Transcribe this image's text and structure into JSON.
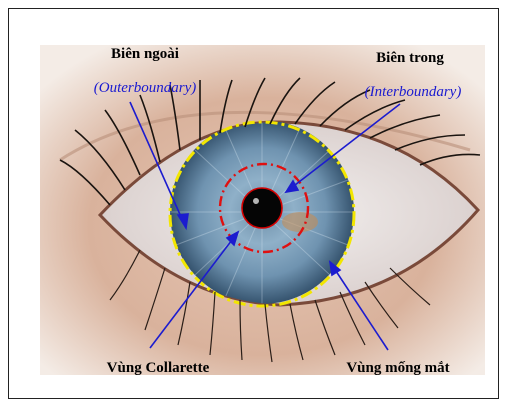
{
  "labels": {
    "outer_title": "Biên ngoài",
    "outer_sub": "(Outerboundary)",
    "inner_title": "Biên trong",
    "inner_sub": "(Interboundary)",
    "collarette": "Vùng Collarette",
    "iris_region": "Vùng mống mắt"
  },
  "colors": {
    "outer_boundary": "#f2e600",
    "inner_boundary": "#e01010",
    "pupil_edge": "#d40000",
    "arrow": "#1c1ccf",
    "subtitle": "#1a1ad0"
  }
}
